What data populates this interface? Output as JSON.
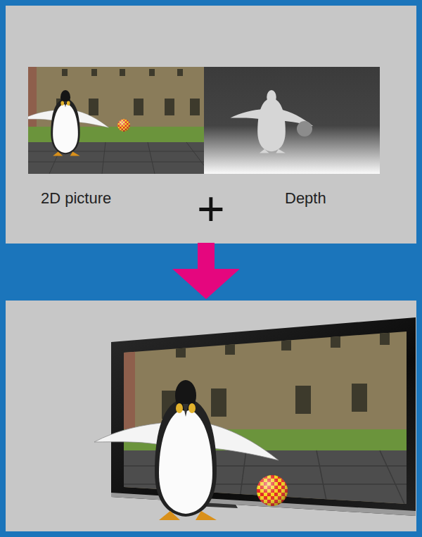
{
  "diagram": {
    "nodes": [
      {
        "text": [
          "2D picture"
        ]
      },
      {
        "text": [
          "Depth"
        ]
      }
    ],
    "labels": [
      "+"
    ]
  }
}
